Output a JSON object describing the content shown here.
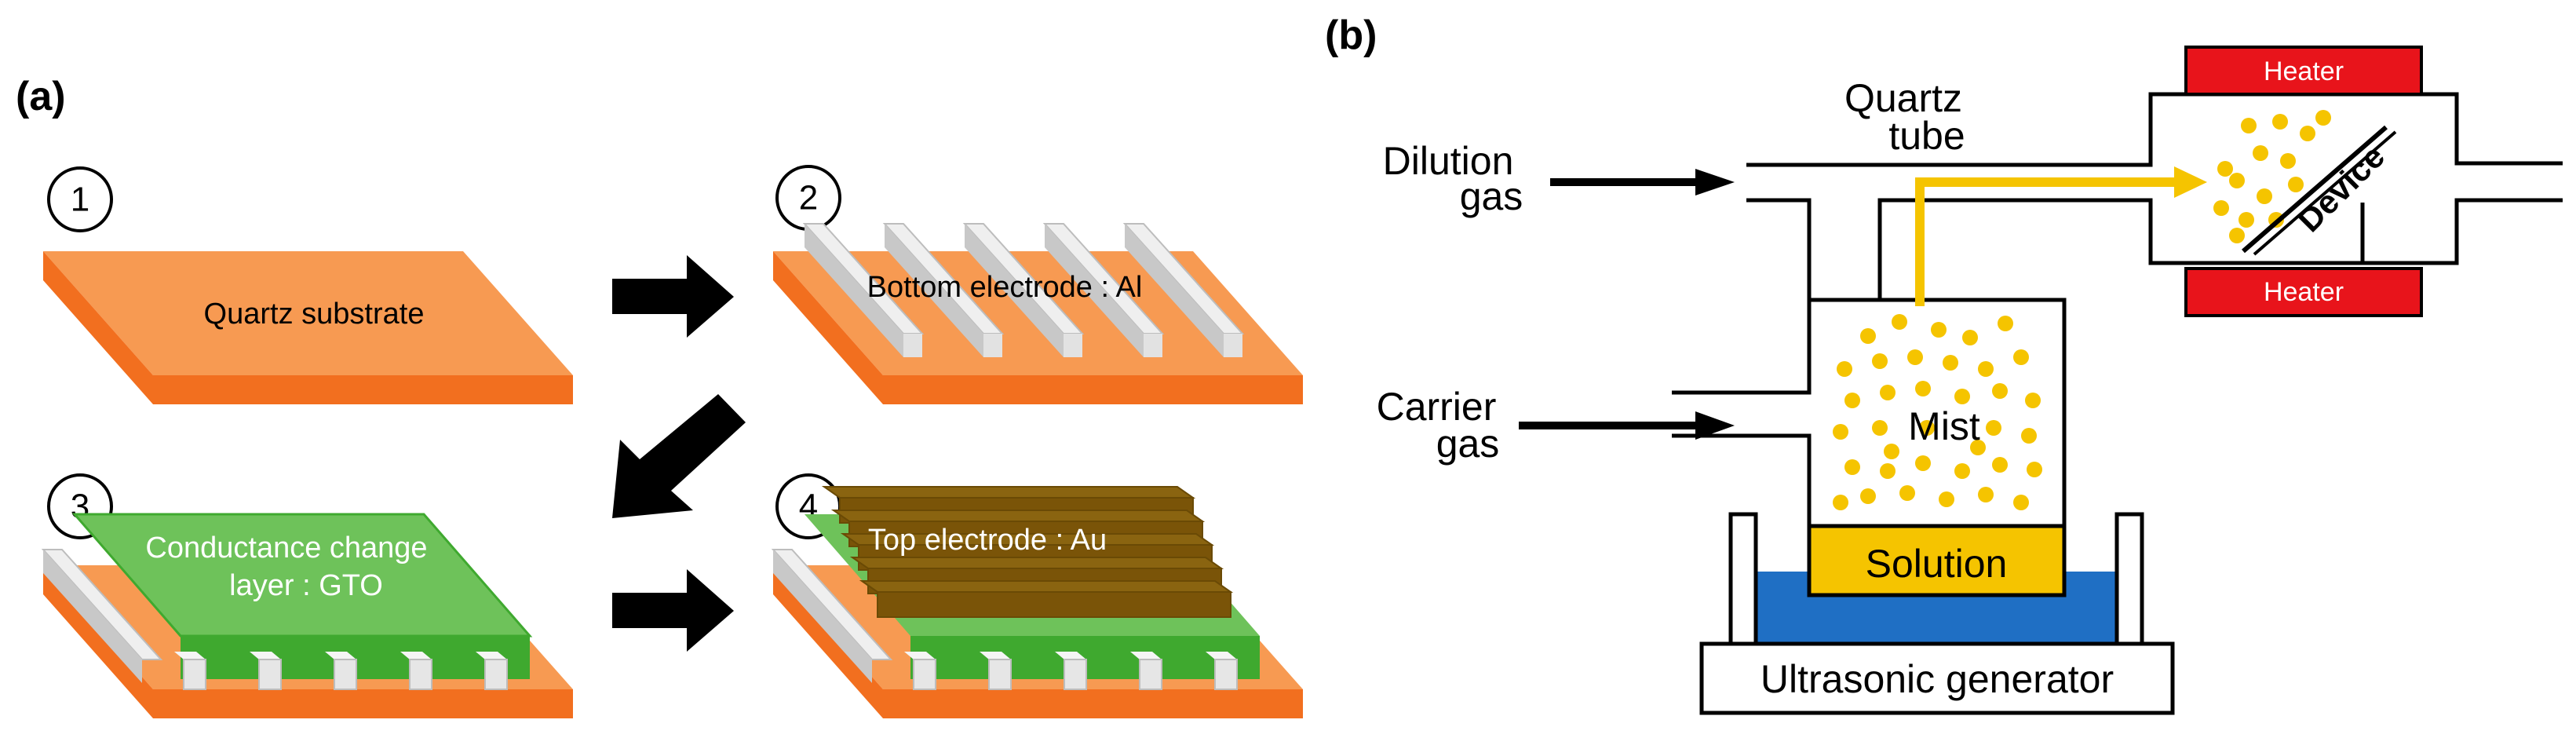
{
  "panel_a": {
    "label": "(a)",
    "steps": [
      {
        "number": "1",
        "caption": "Quartz substrate"
      },
      {
        "number": "2",
        "caption": "Bottom electrode : Al"
      },
      {
        "number": "3",
        "caption_line1": "Conductance change",
        "caption_line2": "layer : GTO"
      },
      {
        "number": "4",
        "caption": "Top electrode : Au"
      }
    ]
  },
  "panel_b": {
    "label": "(b)",
    "dilution_gas_line1": "Dilution",
    "dilution_gas_line2": "gas",
    "carrier_gas_line1": "Carrier",
    "carrier_gas_line2": "gas",
    "quartz_tube_line1": "Quartz",
    "quartz_tube_line2": "tube",
    "heater_top": "Heater",
    "heater_bottom": "Heater",
    "device": "Device",
    "mist": "Mist",
    "solution": "Solution",
    "generator": "Ultrasonic generator"
  },
  "colors": {
    "substrate_top": "#f79a52",
    "substrate_side": "#f26f1f",
    "gto_top": "#6ec25a",
    "gto_side": "#3fa92f",
    "au_top": "#8a6410",
    "au_side": "#7a5408",
    "heater": "#e8141b",
    "mist": "#f5c400",
    "solution": "#f5c400",
    "water": "#1f6fc4",
    "arrow": "#000000"
  }
}
